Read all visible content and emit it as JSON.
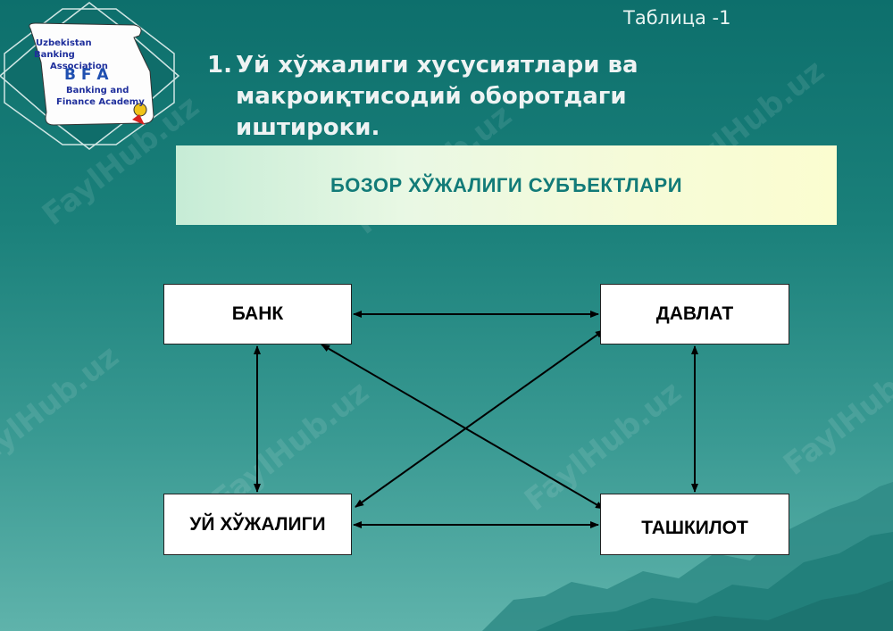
{
  "slide": {
    "table_label": "Таблица -1",
    "title_number": "1.",
    "title_lines": [
      "Уй хўжалиги хусусиятлари ва",
      "макроиқтисодий оборотдаги",
      "иштироки."
    ]
  },
  "banner": {
    "text": "БОЗОР ХЎЖАЛИГИ СУБЪЕКТЛАРИ"
  },
  "logo": {
    "line1": "Uzbekistan",
    "line2": "Banking",
    "line3": "Association",
    "abbr": "B F A",
    "line4": "Banking and",
    "line5": "Finance Academy"
  },
  "diagram": {
    "nodes": [
      {
        "id": "bank",
        "label": "БАНК"
      },
      {
        "id": "davlat",
        "label": "ДАВЛАТ"
      },
      {
        "id": "uy",
        "label": "УЙ ХЎЖАЛИГИ"
      },
      {
        "id": "tashkilot",
        "label": "ТАШКИЛОТ"
      }
    ],
    "edges": [
      {
        "from": "bank",
        "to": "davlat"
      },
      {
        "from": "uy",
        "to": "tashkilot"
      },
      {
        "from": "bank",
        "to": "uy"
      },
      {
        "from": "davlat",
        "to": "tashkilot"
      },
      {
        "from": "bank",
        "to": "tashkilot"
      },
      {
        "from": "davlat",
        "to": "uy"
      }
    ]
  },
  "watermark": "FaylHub.uz"
}
